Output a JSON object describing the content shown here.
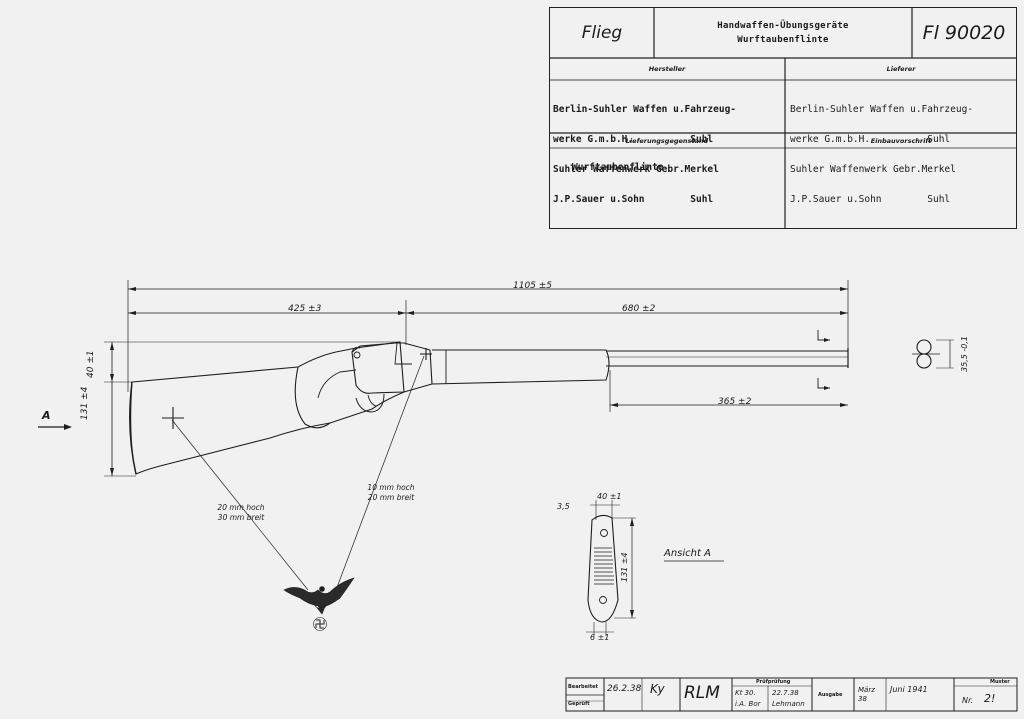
{
  "title_block": {
    "left": "Flieg",
    "center_line1": "Handwaffen-Übungsgeräte",
    "center_line2": "Wurftaubenflinte",
    "right": "Fl 90020"
  },
  "headers": {
    "hersteller": "Hersteller",
    "lieferer": "Lieferer",
    "lieferungsgegenstand": "Lieferungsgegenstand",
    "einbauvorschrift": "Einbauvorschrift"
  },
  "hersteller_lines": [
    "Berlin-Suhler Waffen u.Fahrzeug-",
    "werke G.m.b.H.          Suhl",
    "Suhler Waffenwerk Gebr.Merkel",
    "J.P.Sauer u.Sohn        Suhl"
  ],
  "lieferer_lines": [
    "Berlin-Suhler Waffen u.Fahrzeug-",
    "werke G.m.b.H.          Suhl",
    "Suhler Waffenwerk Gebr.Merkel",
    "J.P.Sauer u.Sohn        Suhl"
  ],
  "lieferungsgegenstand_value": "Wurftaubenflinte",
  "dimensions": {
    "overall": "1105 ±5",
    "stock": "425 ±3",
    "barrel": "680 ±2",
    "fore": "365 ±2",
    "height_total": "131 ±4",
    "height_top": "40 ±1",
    "bore": "35,5 -0,1",
    "view_a_top_left": "3,5",
    "view_a_top_right": "40 ±1",
    "view_a_height": "131 ±4",
    "view_a_bottom": "6 ±1"
  },
  "labels": {
    "arrow_a": "A",
    "ansicht": "Ansicht A",
    "note_left_line1": "20 mm hoch",
    "note_left_line2": "30 mm breit",
    "note_right_line1": "10 mm hoch",
    "note_right_line2": "20 mm breit"
  },
  "bottom_strip": {
    "row1_label": "Bearbeitet",
    "row2_label": "Geprüft",
    "date": "26.2.38",
    "initials": "Ky",
    "rlm": "RLM",
    "pruefung_label": "Prüfprüfung",
    "pruefung_a": "Kt 30.",
    "pruefung_b": "i.A. Bor",
    "pruefung_c": "22.7.38",
    "pruefung_d": "Lehmann",
    "ausgabe_label": "Ausgabe",
    "march": "März 38",
    "juni": "Juni 1941",
    "muster_label": "Muster",
    "nr_label": "Nr.",
    "nr_value": "2!"
  }
}
